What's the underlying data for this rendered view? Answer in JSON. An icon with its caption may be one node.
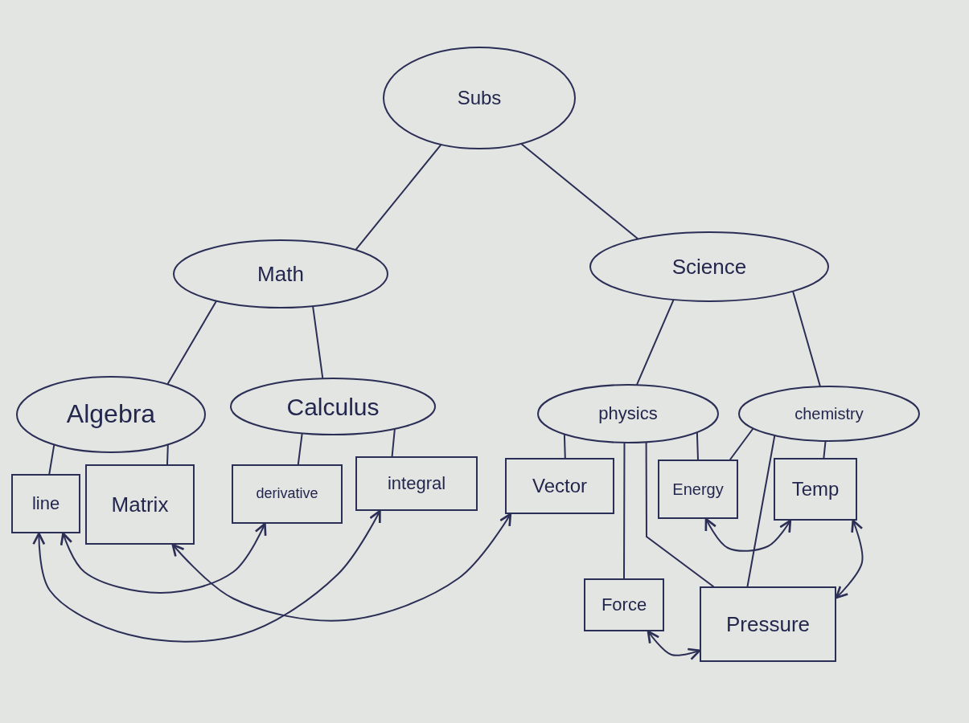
{
  "diagram": {
    "nodes": [
      {
        "text": [
          "Subs"
        ]
      },
      {
        "text": [
          "Math"
        ]
      },
      {
        "text": [
          "Science"
        ]
      },
      {
        "text": [
          "Algebra"
        ]
      },
      {
        "text": [
          "Calculus"
        ]
      },
      {
        "text": [
          "physics"
        ]
      },
      {
        "text": [
          "chemistry"
        ]
      },
      {
        "text": [
          "line"
        ]
      },
      {
        "text": [
          "Matrix"
        ]
      },
      {
        "text": [
          "derivative"
        ]
      },
      {
        "text": [
          "integral"
        ]
      },
      {
        "text": [
          "Vector"
        ]
      },
      {
        "text": [
          "Energy"
        ]
      },
      {
        "text": [
          "Temp"
        ]
      },
      {
        "text": [
          "Force"
        ]
      },
      {
        "text": [
          "Pressure"
        ]
      }
    ],
    "edges": [
      {
        "from": 0,
        "to": 1,
        "arrow": "none"
      },
      {
        "from": 0,
        "to": 2,
        "arrow": "none"
      },
      {
        "from": 1,
        "to": 3,
        "arrow": "none"
      },
      {
        "from": 1,
        "to": 4,
        "arrow": "none"
      },
      {
        "from": 2,
        "to": 5,
        "arrow": "none"
      },
      {
        "from": 2,
        "to": 6,
        "arrow": "none"
      },
      {
        "from": 3,
        "to": 7,
        "arrow": "none"
      },
      {
        "from": 3,
        "to": 8,
        "arrow": "none"
      },
      {
        "from": 4,
        "to": 9,
        "arrow": "none"
      },
      {
        "from": 4,
        "to": 10,
        "arrow": "none"
      },
      {
        "from": 5,
        "to": 11,
        "arrow": "none"
      },
      {
        "from": 5,
        "to": 14,
        "arrow": "none"
      },
      {
        "from": 5,
        "to": 15,
        "arrow": "none"
      },
      {
        "from": 5,
        "to": 12,
        "arrow": "none"
      },
      {
        "from": 6,
        "to": 12,
        "arrow": "none"
      },
      {
        "from": 6,
        "to": 15,
        "arrow": "none"
      },
      {
        "from": 6,
        "to": 13,
        "arrow": "none"
      },
      {
        "from": 7,
        "to": 9,
        "arrow": "both"
      },
      {
        "from": 7,
        "to": 10,
        "arrow": "both"
      },
      {
        "from": 8,
        "to": 11,
        "arrow": "both"
      },
      {
        "from": 12,
        "to": 13,
        "arrow": "both"
      },
      {
        "from": 13,
        "to": 15,
        "arrow": "both"
      },
      {
        "from": 14,
        "to": 15,
        "arrow": "both"
      }
    ]
  }
}
